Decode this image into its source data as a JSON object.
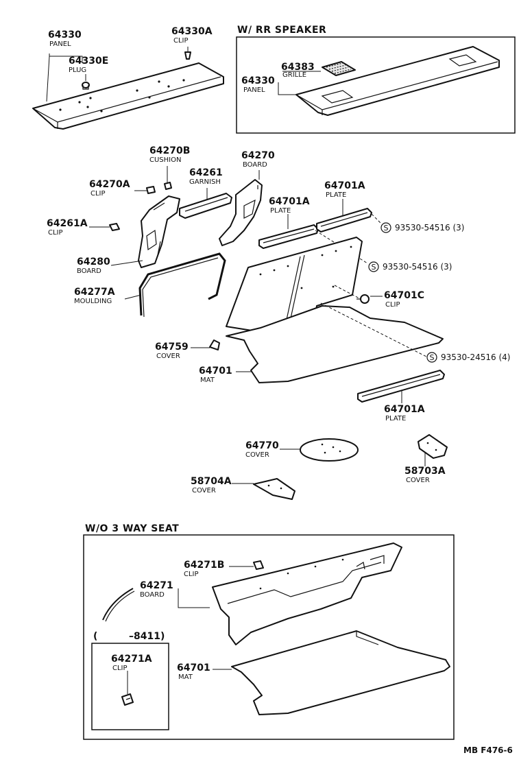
{
  "sections": {
    "rr_speaker": "W/ RR SPEAKER",
    "wo_3way": "W/O 3 WAY SEAT",
    "date_range_open": "(",
    "date_range_end": "–8411)"
  },
  "callouts": {
    "c64330": {
      "num": "64330",
      "label": "PANEL"
    },
    "c64330e": {
      "num": "64330E",
      "label": "PLUG"
    },
    "c64330a": {
      "num": "64330A",
      "label": "CLIP"
    },
    "c64383": {
      "num": "64383",
      "label": "GRILLE"
    },
    "c64330b": {
      "num": "64330",
      "label": "PANEL"
    },
    "c64270b": {
      "num": "64270B",
      "label": "CUSHION"
    },
    "c64270": {
      "num": "64270",
      "label": "BOARD"
    },
    "c64261": {
      "num": "64261",
      "label": "GARNISH"
    },
    "c64270a": {
      "num": "64270A",
      "label": "CLIP"
    },
    "c64701a_1": {
      "num": "64701A",
      "label": "PLATE"
    },
    "c64701a_2": {
      "num": "64701A",
      "label": "PLATE"
    },
    "c64261a": {
      "num": "64261A",
      "label": "CLIP"
    },
    "c64280": {
      "num": "64280",
      "label": "BOARD"
    },
    "c64277a": {
      "num": "64277A",
      "label": "MOULDING"
    },
    "c64701c": {
      "num": "64701C",
      "label": "CLIP"
    },
    "c64759": {
      "num": "64759",
      "label": "COVER"
    },
    "c64701": {
      "num": "64701",
      "label": "MAT"
    },
    "c64701a_3": {
      "num": "64701A",
      "label": "PLATE"
    },
    "c64770": {
      "num": "64770",
      "label": "COVER"
    },
    "c58703a": {
      "num": "58703A",
      "label": "COVER"
    },
    "c58704a": {
      "num": "58704A",
      "label": "COVER"
    },
    "c64271b": {
      "num": "64271B",
      "label": "CLIP"
    },
    "c64271": {
      "num": "64271",
      "label": "BOARD"
    },
    "c64271a": {
      "num": "64271A",
      "label": "CLIP"
    },
    "c64701b": {
      "num": "64701",
      "label": "MAT"
    }
  },
  "screws": {
    "s1": {
      "symbol": "S",
      "text": "93530-54516 (3)"
    },
    "s2": {
      "symbol": "S",
      "text": "93530-54516 (3)"
    },
    "s3": {
      "symbol": "S",
      "text": "93530-24516 (4)"
    }
  },
  "footer": {
    "code": "MB  F476-6"
  }
}
